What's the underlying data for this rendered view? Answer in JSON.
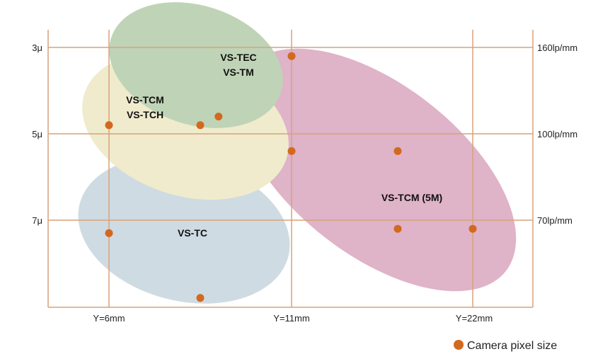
{
  "chart_data": {
    "type": "scatter",
    "title": "",
    "xlabel": "",
    "ylabel": "",
    "x_ticks": [
      "Y=6mm",
      "Y=11mm",
      "Y=22mm"
    ],
    "y_ticks_left": [
      "3μ",
      "5μ",
      "7μ"
    ],
    "y_ticks_right": [
      "160lp/mm",
      "100lp/mm",
      "70lp/mm"
    ],
    "grid": true,
    "legend": {
      "label": "Camera pixel size",
      "placement": "bottom-right"
    },
    "colors": {
      "grid": "#d9a27a",
      "point": "#d2691e",
      "vs_tcm_5m": "#dfb3c8",
      "vs_tc": "#cfdbe3",
      "vs_tcm_tch": "#f0ebcd",
      "vs_tec_tm": "#bfd4b6"
    },
    "groups": [
      {
        "id": "vs_tcm_5m",
        "label_lines": [
          "VS-TCM (5M)"
        ]
      },
      {
        "id": "vs_tc",
        "label_lines": [
          "VS-TC"
        ]
      },
      {
        "id": "vs_tcm_tch",
        "label_lines": [
          "VS-TCM",
          "VS-TCH"
        ]
      },
      {
        "id": "vs_tec_tm",
        "label_lines": [
          "VS-TEC",
          "VS-TM"
        ]
      }
    ],
    "points": [
      {
        "x": "Y=6mm",
        "y": "4.8μ"
      },
      {
        "x": "Y=6mm",
        "y": "7.3μ"
      },
      {
        "x": "Y=8.5mm",
        "y": "4.8μ"
      },
      {
        "x": "Y=9mm",
        "y": "4.6μ"
      },
      {
        "x": "Y=8.5mm",
        "y": "8.8μ"
      },
      {
        "x": "Y=11mm",
        "y": "3.2μ"
      },
      {
        "x": "Y=11mm",
        "y": "5.4μ"
      },
      {
        "x": "Y=18mm",
        "y": "5.4μ"
      },
      {
        "x": "Y=18mm",
        "y": "7.2μ"
      },
      {
        "x": "Y=22mm",
        "y": "7.2μ"
      }
    ]
  }
}
